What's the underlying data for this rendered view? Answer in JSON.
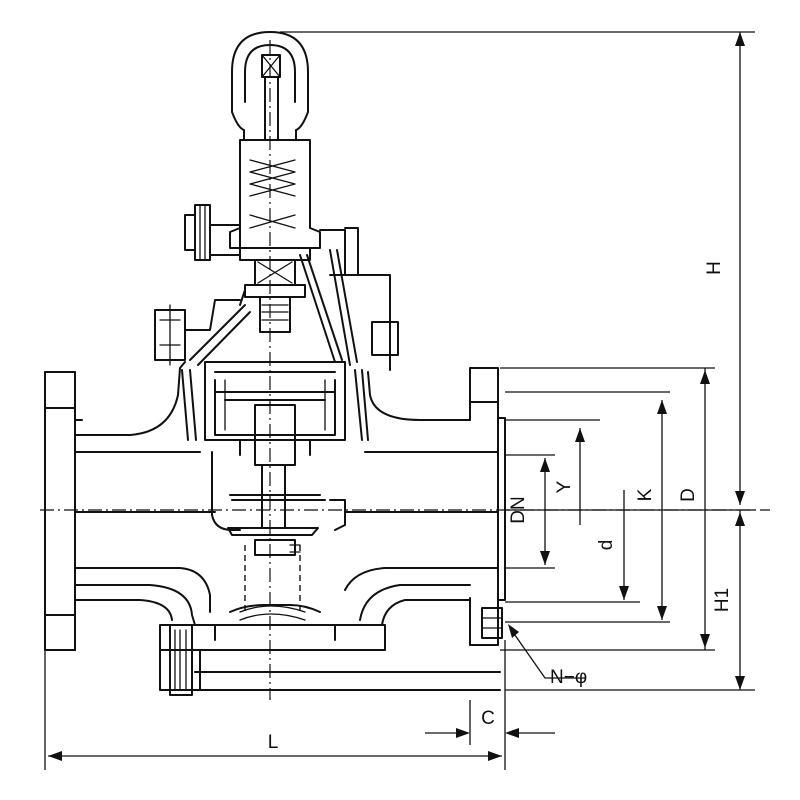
{
  "figure": {
    "subject": "pressure-reducing valve outline drawing",
    "line_color": "#111111",
    "background": "#ffffff"
  },
  "dimensions": {
    "H": "H",
    "H1": "H1",
    "D": "D",
    "K": "K",
    "Y": "Y",
    "DN": "DN",
    "d": "d",
    "L": "L",
    "C": "C",
    "N_phi": "N−φ"
  }
}
